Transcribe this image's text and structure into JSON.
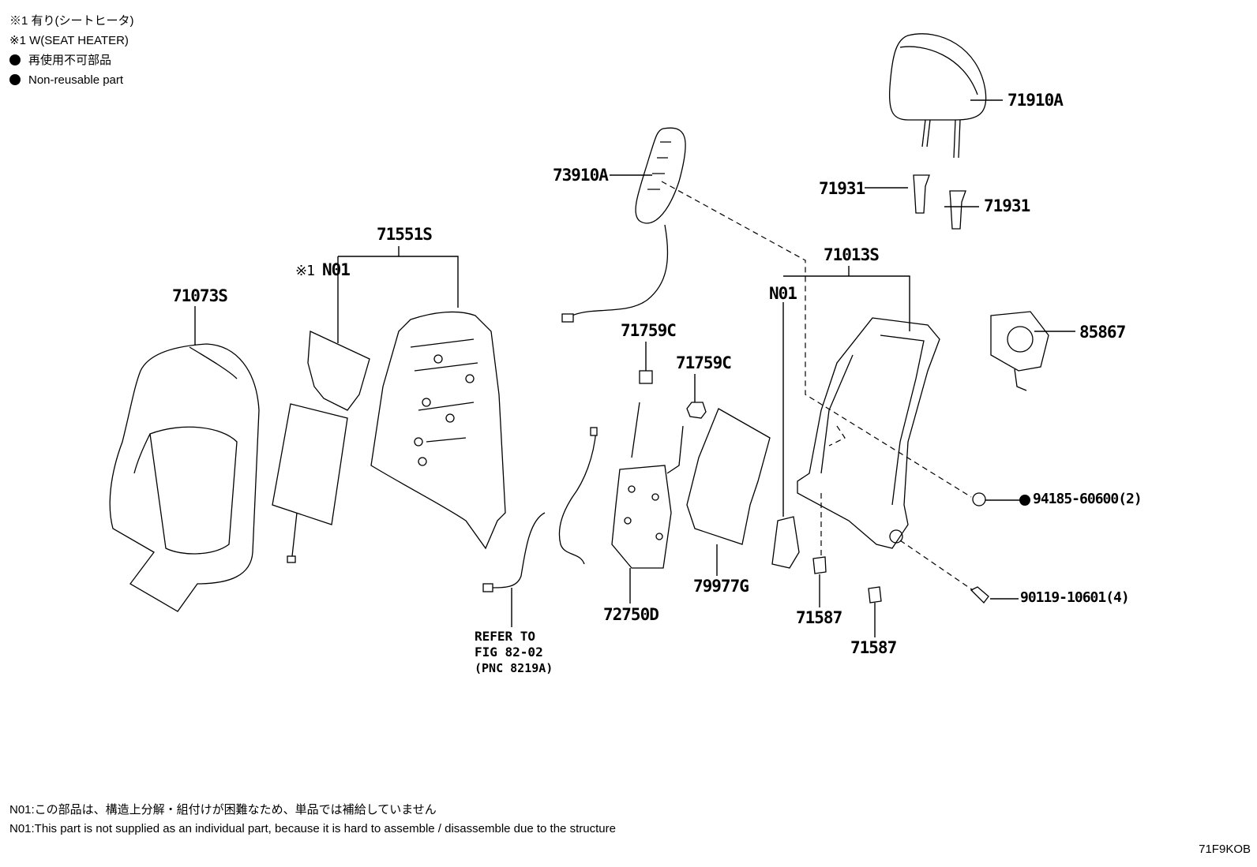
{
  "legend": {
    "line1": "※1 有り(シートヒータ)",
    "line2": "※1 W(SEAT HEATER)",
    "line3": "再使用不可部品",
    "line4": "Non-reusable part"
  },
  "labels": {
    "p71910A": "71910A",
    "p73910A": "73910A",
    "p71931_a": "71931",
    "p71931_b": "71931",
    "p71551S": "71551S",
    "p71013S": "71013S",
    "p71073S": "71073S",
    "n01_a": "N01",
    "n01_a_mark": "※1",
    "n01_b": "N01",
    "p85867": "85867",
    "p71759C_a": "71759C",
    "p71759C_b": "71759C",
    "p94185": "94185-60600(2)",
    "p90119": "90119-10601(4)",
    "p79977G": "79977G",
    "p72750D": "72750D",
    "p71587_a": "71587",
    "p71587_b": "71587"
  },
  "refer": {
    "line1": "REFER TO",
    "line2": "FIG 82-02",
    "line3": "(PNC 8219A)"
  },
  "notes": {
    "jp": "N01:この部品は、構造上分解・組付けが困難なため、単品では補給していません",
    "en": "N01:This part is not supplied as an individual part, because it is hard to assemble / disassemble due to the structure"
  },
  "figure_code": "71F9KOB"
}
